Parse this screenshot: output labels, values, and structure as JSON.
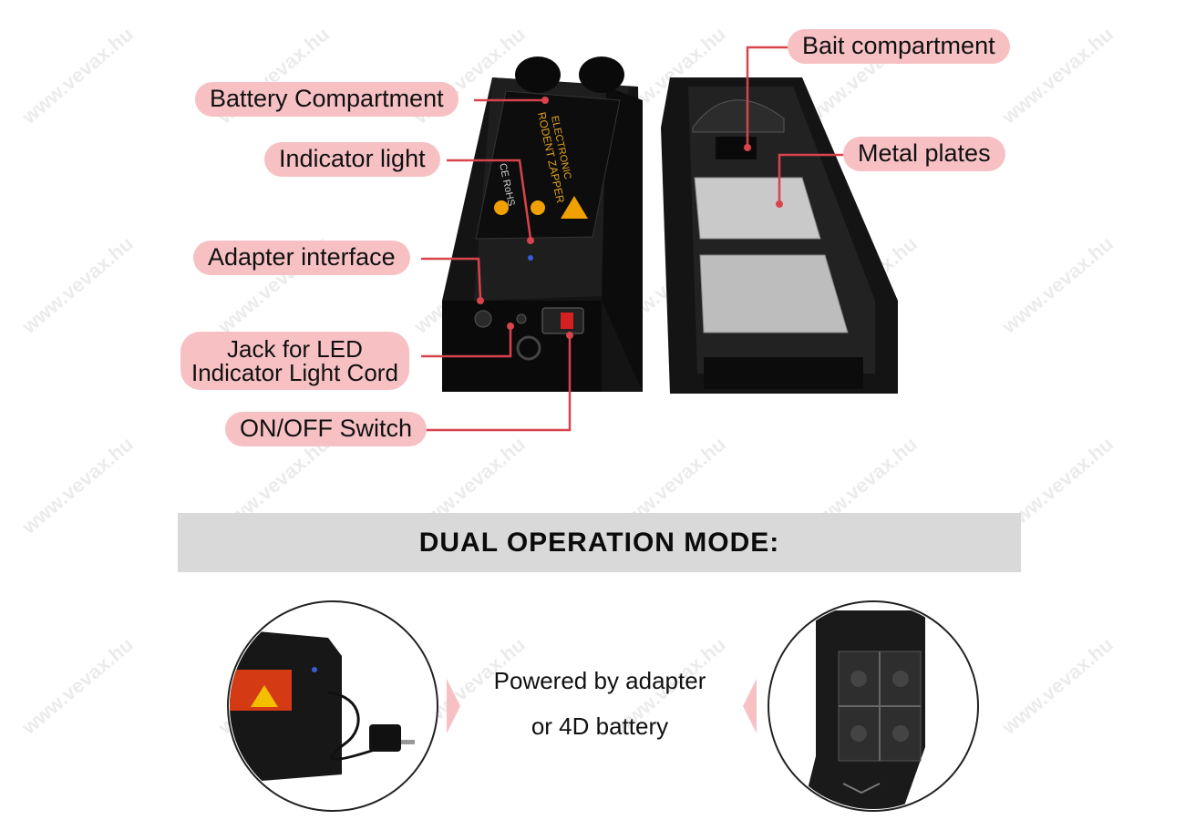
{
  "watermark": "www.vevax.hu",
  "labels": {
    "battery_compartment": "Battery Compartment",
    "indicator_light": "Indicator light",
    "adapter_interface": "Adapter interface",
    "jack_line1": "Jack for LED",
    "jack_line2": "Indicator Light Cord",
    "on_off_switch": "ON/OFF Switch",
    "bait_compartment": "Bait compartment",
    "metal_plates": "Metal plates"
  },
  "device_text": {
    "brand_line1": "ELECTRONIC",
    "brand_line2": "RODENT ZAPPER",
    "cert": "CE RoHS"
  },
  "banner": {
    "title": "DUAL OPERATION MODE:"
  },
  "modes": {
    "line1": "Powered by adapter",
    "line2": "or 4D battery"
  },
  "colors": {
    "label_bg": "#f7c1c4",
    "leader": "#d9434b",
    "banner_bg": "#d9d9d9",
    "device": "#141414"
  }
}
